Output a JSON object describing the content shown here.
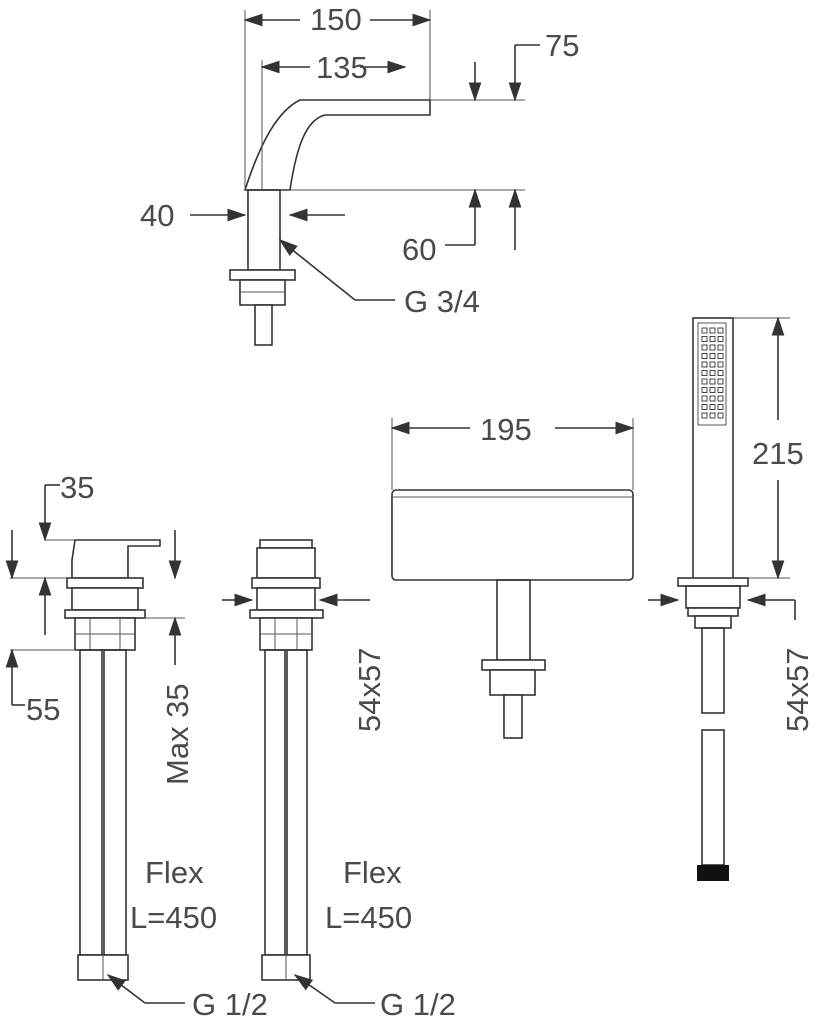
{
  "drawing": {
    "spout": {
      "width_total": "150",
      "width_inner": "135",
      "height_top": "75",
      "base_width": "40",
      "height_body": "60",
      "thread": "G 3/4"
    },
    "diverter": {
      "width": "195"
    },
    "handshower": {
      "height": "215",
      "flange": "54x57"
    },
    "valve_left": {
      "lever_height": "35",
      "body_height": "55",
      "max_deck": "Max 35",
      "hose_label": "Flex",
      "hose_length": "L=450",
      "thread": "G 1/2"
    },
    "valve_right": {
      "flange": "54x57",
      "hose_label": "Flex",
      "hose_length": "L=450",
      "thread": "G 1/2"
    },
    "colors": {
      "line": "#333333",
      "text": "#4a4a4a",
      "hose_end": "#111111"
    }
  }
}
